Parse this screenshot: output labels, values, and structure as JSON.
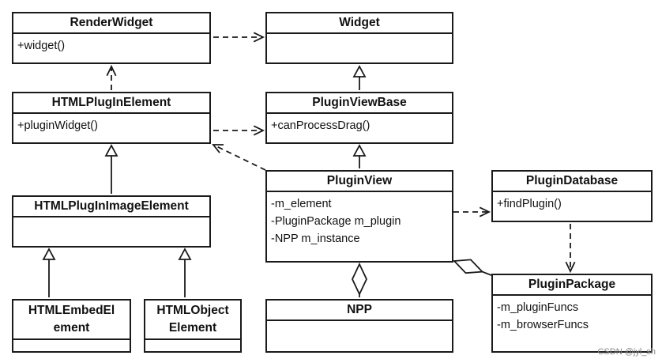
{
  "classes": {
    "render_widget": {
      "name": "RenderWidget",
      "members": [
        "+widget()"
      ]
    },
    "widget": {
      "name": "Widget",
      "members": []
    },
    "html_plugin_element": {
      "name": "HTMLPlugInElement",
      "members": [
        "+pluginWidget()"
      ]
    },
    "plugin_view_base": {
      "name": "PluginViewBase",
      "members": [
        "+canProcessDrag()"
      ]
    },
    "plugin_view": {
      "name": "PluginView",
      "members": [
        "-m_element",
        "-PluginPackage m_plugin",
        "-NPP m_instance"
      ]
    },
    "plugin_database": {
      "name": "PluginDatabase",
      "members": [
        "+findPlugin()"
      ]
    },
    "html_plugin_image_element": {
      "name": "HTMLPlugInImageElement",
      "members": []
    },
    "plugin_package": {
      "name": "PluginPackage",
      "members": [
        "-m_pluginFuncs",
        "-m_browserFuncs"
      ]
    },
    "html_embed_element": {
      "name": "HTMLEmbedEl\nement",
      "members": []
    },
    "html_object_element": {
      "name": "HTMLObject\nElement",
      "members": []
    },
    "npp": {
      "name": "NPP",
      "members": []
    }
  },
  "watermark": "CSDN @jyl_sh"
}
